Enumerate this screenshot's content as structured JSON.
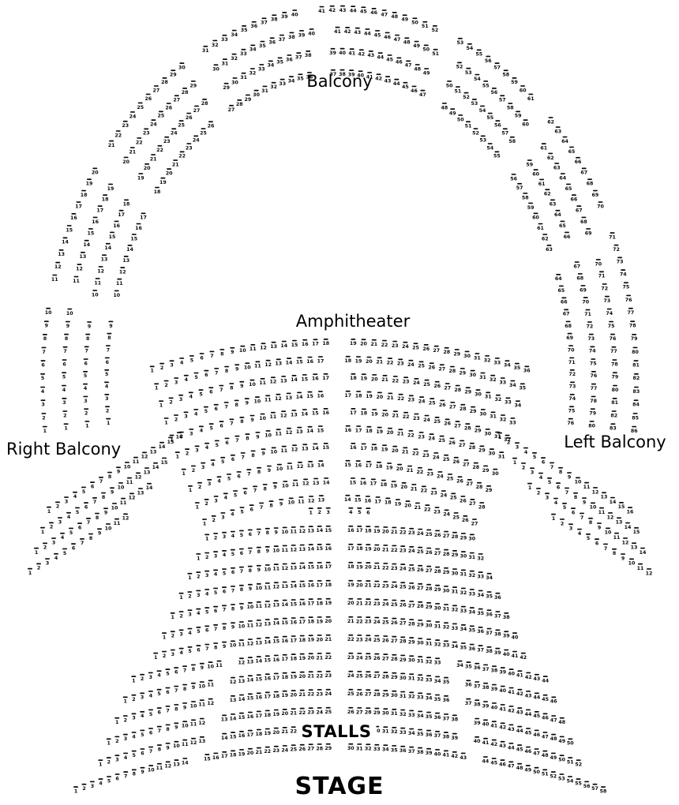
{
  "labels": {
    "balcony": "Balcony",
    "amphitheater": "Amphitheater",
    "right_balcony": "Right Balcony",
    "left_balcony": "Left Balcony",
    "stalls": "STALLS",
    "stage": "STAGE"
  },
  "colors": {
    "seat": "#0a0a0a",
    "text": "#000000",
    "background": "#ffffff"
  },
  "icons": {
    "seat_back": "seat-back-icon"
  },
  "sections": {
    "balcony": {
      "title": "Balcony",
      "rows": [
        [
          [
            1,
            9
          ],
          [
            10,
            17
          ],
          [
            18,
            26
          ],
          [
            27,
            36
          ],
          [
            37,
            47
          ],
          [
            48,
            55
          ],
          [
            56,
            63
          ],
          [
            64,
            76
          ]
        ],
        [
          [
            1,
            9
          ],
          [
            10,
            18
          ],
          [
            19,
            28
          ],
          [
            29,
            38
          ],
          [
            39,
            49
          ],
          [
            50,
            58
          ],
          [
            59,
            66
          ],
          [
            67,
            80
          ]
        ],
        [
          [
            1,
            10
          ],
          [
            11,
            19
          ],
          [
            20,
            29
          ],
          [
            30,
            40
          ],
          [
            41,
            51
          ],
          [
            52,
            60
          ],
          [
            61,
            69
          ],
          [
            70,
            83
          ]
        ],
        [
          [
            1,
            10
          ],
          [
            11,
            20
          ],
          [
            21,
            30
          ],
          [
            31,
            40
          ],
          [
            41,
            52
          ],
          [
            53,
            61
          ],
          [
            62,
            70
          ],
          [
            71,
            86
          ]
        ]
      ]
    },
    "right_balcony": {
      "title": "Right Balcony",
      "rows": [
        [
          [
            1,
            16
          ]
        ],
        [
          [
            1,
            15
          ]
        ],
        [
          [
            1,
            14
          ]
        ],
        [
          [
            1,
            12
          ]
        ]
      ]
    },
    "left_balcony": {
      "title": "Left Balcony",
      "rows": [
        [
          [
            1,
            16
          ]
        ],
        [
          [
            1,
            15
          ]
        ],
        [
          [
            1,
            14
          ]
        ],
        [
          [
            1,
            12
          ]
        ]
      ]
    },
    "amphitheater": {
      "title": "Amphitheater",
      "rows": [
        [
          [
            1,
            13
          ],
          [
            14,
            27
          ]
        ],
        [
          [
            1,
            14
          ],
          [
            15,
            28
          ]
        ],
        [
          [
            1,
            14
          ],
          [
            15,
            29
          ]
        ],
        [
          [
            1,
            15
          ],
          [
            16,
            30
          ]
        ],
        [
          [
            1,
            15
          ],
          [
            16,
            31
          ]
        ],
        [
          [
            1,
            16
          ],
          [
            17,
            32
          ]
        ],
        [
          [
            1,
            16
          ],
          [
            17,
            33
          ]
        ],
        [
          [
            1,
            17
          ],
          [
            18,
            34
          ]
        ],
        [
          [
            1,
            17
          ],
          [
            18,
            35
          ]
        ],
        [
          [
            1,
            18
          ],
          [
            19,
            36
          ]
        ]
      ]
    },
    "stalls": {
      "title": "STALLS",
      "rows": [
        [
          [
            1,
            14
          ],
          [
            15,
            29
          ],
          [
            30,
            43
          ],
          [
            44,
            58
          ]
        ],
        [
          [
            1,
            13
          ],
          [
            14,
            26
          ],
          [
            27,
            39
          ],
          [
            40,
            52
          ]
        ],
        [
          [
            1,
            12
          ],
          [
            13,
            25
          ],
          [
            26,
            38
          ],
          [
            39,
            50
          ]
        ],
        [
          [
            1,
            12
          ],
          [
            13,
            24
          ],
          [
            25,
            36
          ],
          [
            37,
            48
          ]
        ],
        [
          [
            1,
            11
          ],
          [
            12,
            23
          ],
          [
            24,
            35
          ],
          [
            36,
            46
          ]
        ],
        [
          [
            1,
            11
          ],
          [
            12,
            22
          ],
          [
            23,
            33
          ],
          [
            34,
            44
          ]
        ],
        [
          [
            1,
            21
          ],
          [
            22,
            42
          ]
        ],
        [
          [
            1,
            20
          ],
          [
            21,
            40
          ]
        ],
        [
          [
            1,
            19
          ],
          [
            20,
            38
          ]
        ],
        [
          [
            1,
            18
          ],
          [
            19,
            36
          ]
        ],
        [
          [
            1,
            17
          ],
          [
            18,
            34
          ]
        ],
        [
          [
            1,
            16
          ],
          [
            17,
            32
          ]
        ],
        [
          [
            1,
            15
          ],
          [
            16,
            30
          ]
        ],
        [
          [
            1,
            3
          ],
          [
            4,
            6
          ]
        ]
      ]
    }
  }
}
